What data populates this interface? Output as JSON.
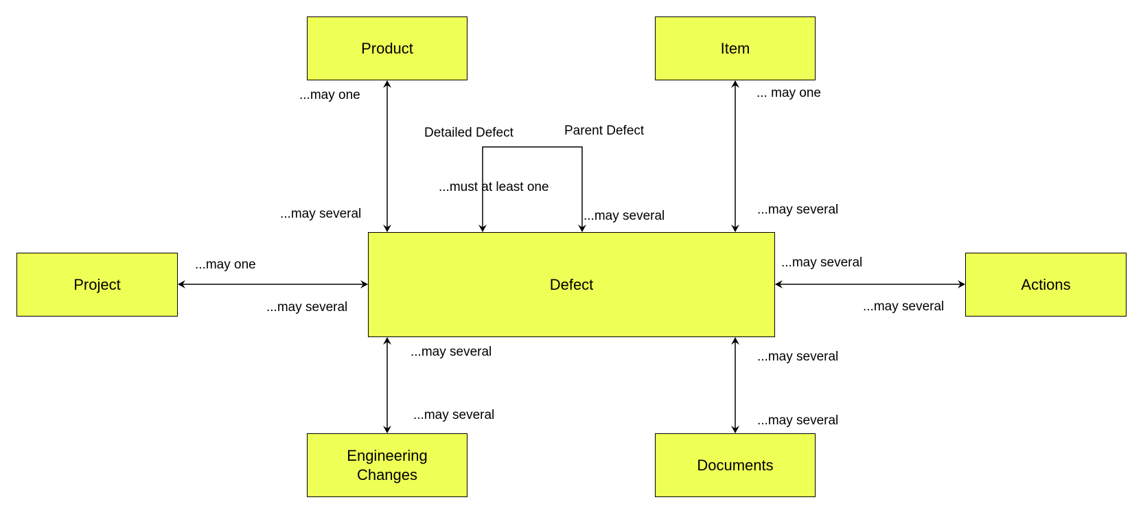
{
  "colors": {
    "box_fill": "#eeff55",
    "stroke": "#000000"
  },
  "entities": {
    "product": "Product",
    "item": "Item",
    "project": "Project",
    "defect": "Defect",
    "actions": "Actions",
    "engineering_changes": [
      "Engineering",
      "Changes"
    ],
    "documents": "Documents"
  },
  "labels": {
    "product_one": "...may one",
    "item_one": "... may one",
    "detailed_defect": "Detailed Defect",
    "parent_defect": "Parent Defect",
    "must_at_least_one": "...must at least one",
    "product_several": "...may several",
    "self_several": "...may several",
    "item_several": "...may several",
    "project_one": "...may one",
    "project_several": "...may several",
    "actions_several_top": "...may several",
    "actions_several_bottom": "...may several",
    "eng_several_top": "...may several",
    "eng_several_bottom": "...may several",
    "docs_several_top": "...may several",
    "docs_several_bottom": "...may several"
  }
}
